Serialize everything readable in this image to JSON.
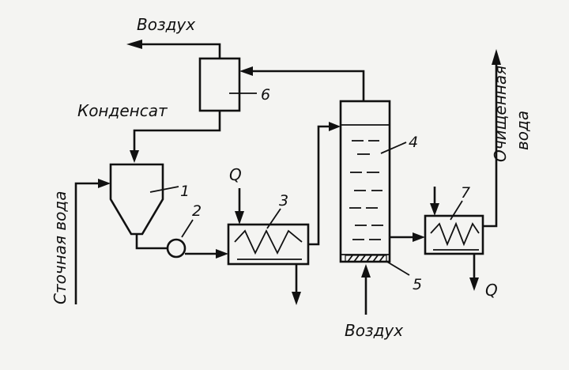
{
  "labels": {
    "air_out": "Воздух",
    "condensate": "Конденсат",
    "wastewater": "Сточная вода",
    "treated_water_line1": "Очищенная",
    "treated_water_line2": "вода",
    "air_in": "Воздух",
    "heat_in": "Q",
    "heat_out": "Q"
  },
  "numbers": {
    "n1": "1",
    "n2": "2",
    "n3": "3",
    "n4": "4",
    "n5": "5",
    "n6": "6",
    "n7": "7"
  }
}
